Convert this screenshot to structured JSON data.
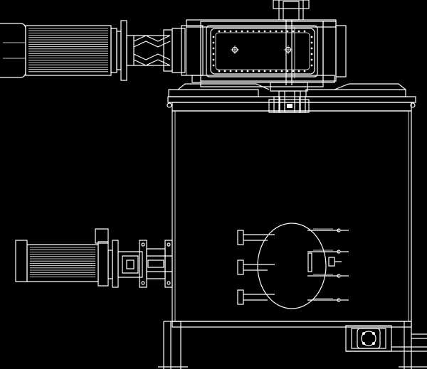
{
  "drawing": {
    "background_color": "#000000",
    "line_color": "#ffffff",
    "components": [
      "main-drive-motor",
      "flexible-coupling",
      "gearbox",
      "mixing-vessel",
      "inspection-door",
      "side-drive-motor",
      "side-shaft-coupling",
      "discharge-valve",
      "support-frame"
    ]
  }
}
